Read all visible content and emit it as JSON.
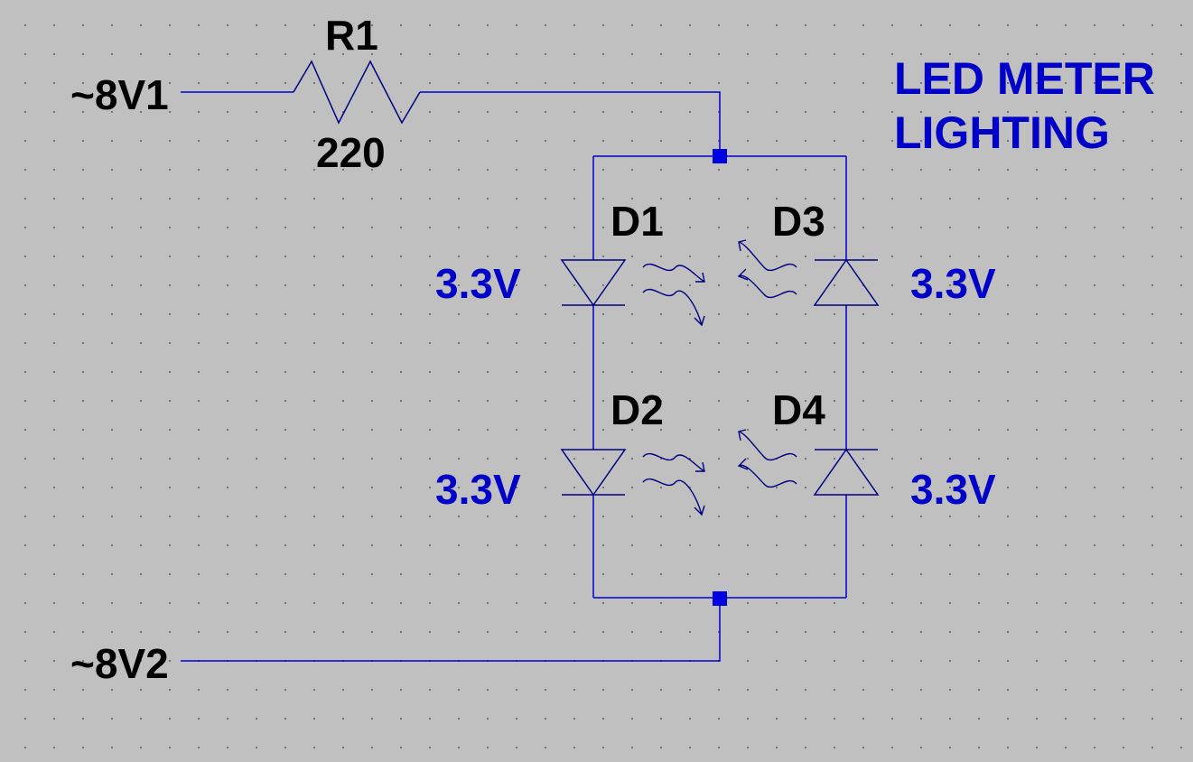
{
  "net_labels": {
    "top": "~8V1",
    "bottom": "~8V2"
  },
  "resistor": {
    "ref": "R1",
    "value": "220"
  },
  "leds": [
    {
      "ref": "D1",
      "value": "3.3V"
    },
    {
      "ref": "D2",
      "value": "3.3V"
    },
    {
      "ref": "D3",
      "value": "3.3V"
    },
    {
      "ref": "D4",
      "value": "3.3V"
    }
  ],
  "title": {
    "line1": "LED METER",
    "line2": "LIGHTING"
  },
  "colors": {
    "wire": "#0000c8",
    "component": "#000080",
    "background": "#c0c0c0",
    "label": "#000000",
    "annotation": "#0000c8"
  }
}
